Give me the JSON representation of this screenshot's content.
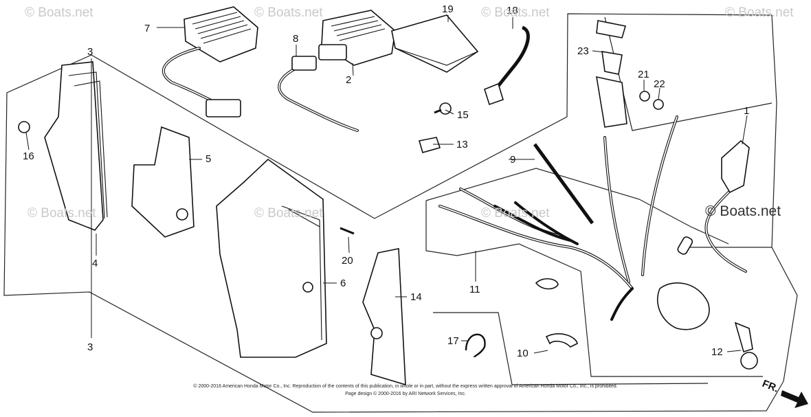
{
  "watermarks": {
    "brand": "© Boats.net"
  },
  "parts": {
    "p1": "1",
    "p2": "2",
    "p3": "3",
    "p4": "4",
    "p5": "5",
    "p6": "6",
    "p7": "7",
    "p8": "8",
    "p9": "9",
    "p10": "10",
    "p11": "11",
    "p12": "12",
    "p13": "13",
    "p14": "14",
    "p15": "15",
    "p16": "16",
    "p17": "17",
    "p18": "18",
    "p19": "19",
    "p20": "20",
    "p21": "21",
    "p22": "22",
    "p23": "23"
  },
  "direction": {
    "label": "FR."
  },
  "copyright": {
    "line1": "© 2000-2016 American Honda Motor Co., Inc. Reproduction of the contents of this publication, in whole or in part, without the express written approval of American Honda Motor Co., Inc., is prohibited.",
    "line2": "Page design © 2000-2016 by ARI Network Services, Inc."
  }
}
